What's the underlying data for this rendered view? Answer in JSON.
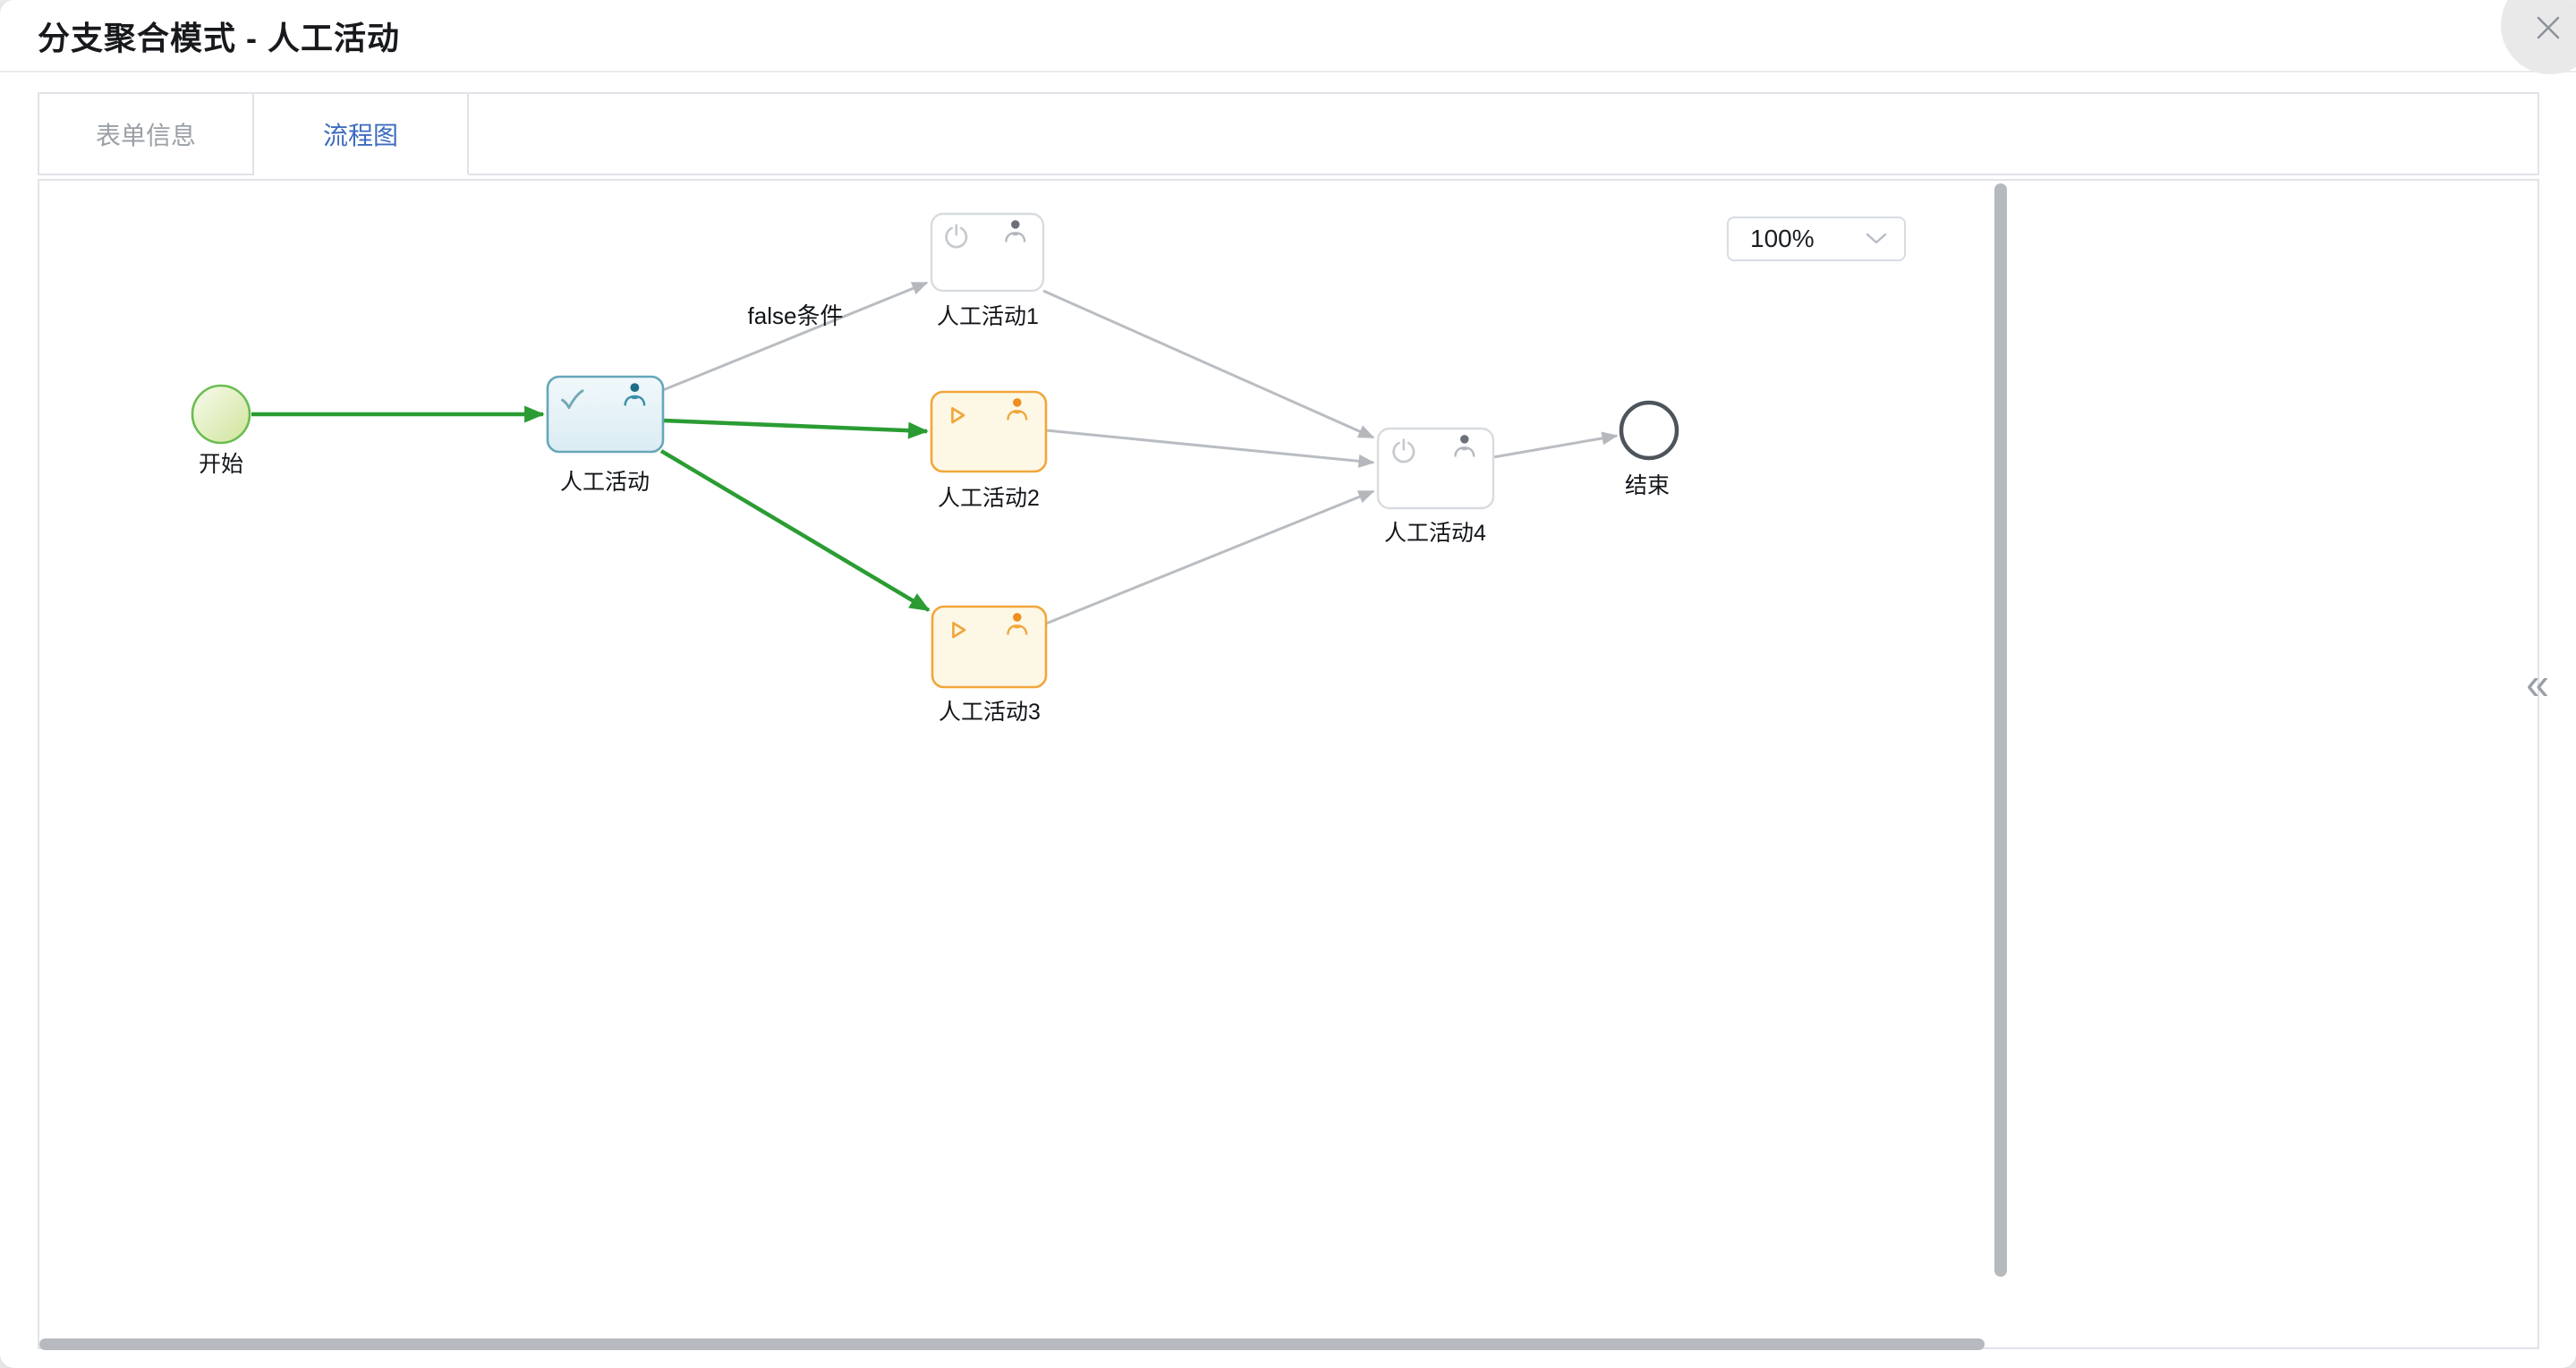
{
  "header": {
    "title": "分支聚合模式 - 人工活动"
  },
  "close_button": {
    "icon": "close-x"
  },
  "tabs": [
    {
      "label": "表单信息",
      "active": false
    },
    {
      "label": "流程图",
      "active": true
    }
  ],
  "toolbar": {
    "zoom_value": "100%",
    "zoom_icon": "chevron-down"
  },
  "panel_toggle": {
    "icon": "double-chevron-left",
    "icon_glyph": "«"
  },
  "diagram": {
    "nodes": [
      {
        "id": "start",
        "type": "start-event",
        "state": "completed",
        "label": "开始",
        "icons": []
      },
      {
        "id": "manual",
        "type": "user-task",
        "state": "completed",
        "label": "人工活动",
        "icons": [
          "check-icon",
          "person-icon"
        ]
      },
      {
        "id": "manual1",
        "type": "user-task",
        "state": "pending",
        "label": "人工活动1",
        "icons": [
          "power-icon",
          "person-icon"
        ]
      },
      {
        "id": "manual2",
        "type": "user-task",
        "state": "running",
        "label": "人工活动2",
        "icons": [
          "play-icon",
          "person-icon"
        ]
      },
      {
        "id": "manual3",
        "type": "user-task",
        "state": "running",
        "label": "人工活动3",
        "icons": [
          "play-icon",
          "person-icon"
        ]
      },
      {
        "id": "manual4",
        "type": "user-task",
        "state": "pending",
        "label": "人工活动4",
        "icons": [
          "power-icon",
          "person-icon"
        ]
      },
      {
        "id": "end",
        "type": "end-event",
        "state": "pending",
        "label": "结束",
        "icons": []
      }
    ],
    "edges": [
      {
        "from": "start",
        "to": "manual",
        "state": "taken",
        "label": ""
      },
      {
        "from": "manual",
        "to": "manual1",
        "state": "not-taken",
        "label": "false条件"
      },
      {
        "from": "manual",
        "to": "manual2",
        "state": "taken",
        "label": ""
      },
      {
        "from": "manual",
        "to": "manual3",
        "state": "taken",
        "label": ""
      },
      {
        "from": "manual1",
        "to": "manual4",
        "state": "not-taken",
        "label": ""
      },
      {
        "from": "manual2",
        "to": "manual4",
        "state": "not-taken",
        "label": ""
      },
      {
        "from": "manual3",
        "to": "manual4",
        "state": "not-taken",
        "label": ""
      },
      {
        "from": "manual4",
        "to": "end",
        "state": "not-taken",
        "label": ""
      }
    ],
    "colors": {
      "edge_taken": "#2a9c33",
      "edge_pending": "#b4b8bd",
      "start_border": "#69bd4f",
      "active_task_border": "#66a7b8",
      "active_task_fill": "#e9f4f9",
      "running_task_border": "#f2a63b",
      "running_task_fill": "#fdf8e6",
      "idle_task_border": "#d8dbdf",
      "end_border": "#4e545b",
      "tab_active": "#3e6cbf"
    }
  }
}
